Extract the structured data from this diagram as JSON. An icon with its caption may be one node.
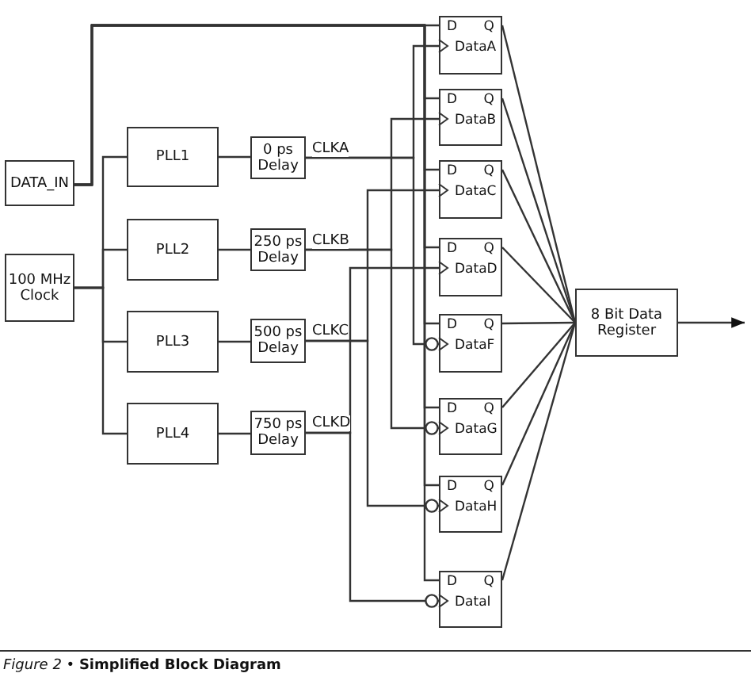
{
  "diagram": {
    "caption": "*Figure 2* • **Simplified Block Diagram**",
    "nodes": [
      {
        "text": [
          "DATA_IN"
        ]
      },
      {
        "text": [
          "100 MHz Clock"
        ]
      },
      {
        "text": [
          "PLL1"
        ]
      },
      {
        "text": [
          "PLL2"
        ]
      },
      {
        "text": [
          "PLL3"
        ]
      },
      {
        "text": [
          "PLL4"
        ]
      },
      {
        "text": [
          "0 ps Delay"
        ]
      },
      {
        "text": [
          "250 ps Delay"
        ]
      },
      {
        "text": [
          "500 ps Delay"
        ]
      },
      {
        "text": [
          "750 ps Delay"
        ]
      },
      {
        "text": [
          "D",
          "Q",
          "DataA"
        ]
      },
      {
        "text": [
          "D",
          "Q",
          "DataB"
        ]
      },
      {
        "text": [
          "D",
          "Q",
          "DataC"
        ]
      },
      {
        "text": [
          "D",
          "Q",
          "DataD"
        ]
      },
      {
        "text": [
          "D",
          "Q",
          "DataF"
        ]
      },
      {
        "text": [
          "D",
          "Q",
          "DataG"
        ]
      },
      {
        "text": [
          "D",
          "Q",
          "DataH"
        ]
      },
      {
        "text": [
          "D",
          "Q",
          "DataI"
        ]
      },
      {
        "text": [
          "8 Bit Data Register"
        ]
      }
    ],
    "edges": [
      {
        "from": 1,
        "to": 2,
        "arrow": "none"
      },
      {
        "from": 1,
        "to": 3,
        "arrow": "none"
      },
      {
        "from": 1,
        "to": 4,
        "arrow": "none"
      },
      {
        "from": 1,
        "to": 5,
        "arrow": "none"
      },
      {
        "from": 2,
        "to": 6,
        "arrow": "none"
      },
      {
        "from": 3,
        "to": 7,
        "arrow": "none"
      },
      {
        "from": 4,
        "to": 8,
        "arrow": "none"
      },
      {
        "from": 5,
        "to": 9,
        "arrow": "none"
      },
      {
        "from": 0,
        "to": 10,
        "arrow": "none"
      },
      {
        "from": 0,
        "to": 11,
        "arrow": "none"
      },
      {
        "from": 0,
        "to": 12,
        "arrow": "none"
      },
      {
        "from": 0,
        "to": 13,
        "arrow": "none"
      },
      {
        "from": 0,
        "to": 14,
        "arrow": "none"
      },
      {
        "from": 0,
        "to": 15,
        "arrow": "none"
      },
      {
        "from": 0,
        "to": 16,
        "arrow": "none"
      },
      {
        "from": 0,
        "to": 17,
        "arrow": "none"
      },
      {
        "from": 6,
        "to": 10,
        "arrow": "to",
        "label": "CLKA"
      },
      {
        "from": 6,
        "to": 14,
        "arrow": "other"
      },
      {
        "from": 7,
        "to": 11,
        "arrow": "to",
        "label": "CLKB"
      },
      {
        "from": 7,
        "to": 15,
        "arrow": "other"
      },
      {
        "from": 8,
        "to": 12,
        "arrow": "to",
        "label": "CLKC"
      },
      {
        "from": 8,
        "to": 16,
        "arrow": "other"
      },
      {
        "from": 9,
        "to": 13,
        "arrow": "to",
        "label": "CLKD"
      },
      {
        "from": 9,
        "to": 17,
        "arrow": "other"
      },
      {
        "from": 10,
        "to": 18,
        "arrow": "none"
      },
      {
        "from": 11,
        "to": 18,
        "arrow": "none"
      },
      {
        "from": 12,
        "to": 18,
        "arrow": "none"
      },
      {
        "from": 13,
        "to": 18,
        "arrow": "none"
      },
      {
        "from": 14,
        "to": 18,
        "arrow": "none"
      },
      {
        "from": 15,
        "to": 18,
        "arrow": "none"
      },
      {
        "from": 16,
        "to": 18,
        "arrow": "none"
      },
      {
        "from": 17,
        "to": 18,
        "arrow": "none"
      },
      {
        "from": 18,
        "to": null,
        "arrow": "to"
      }
    ]
  }
}
